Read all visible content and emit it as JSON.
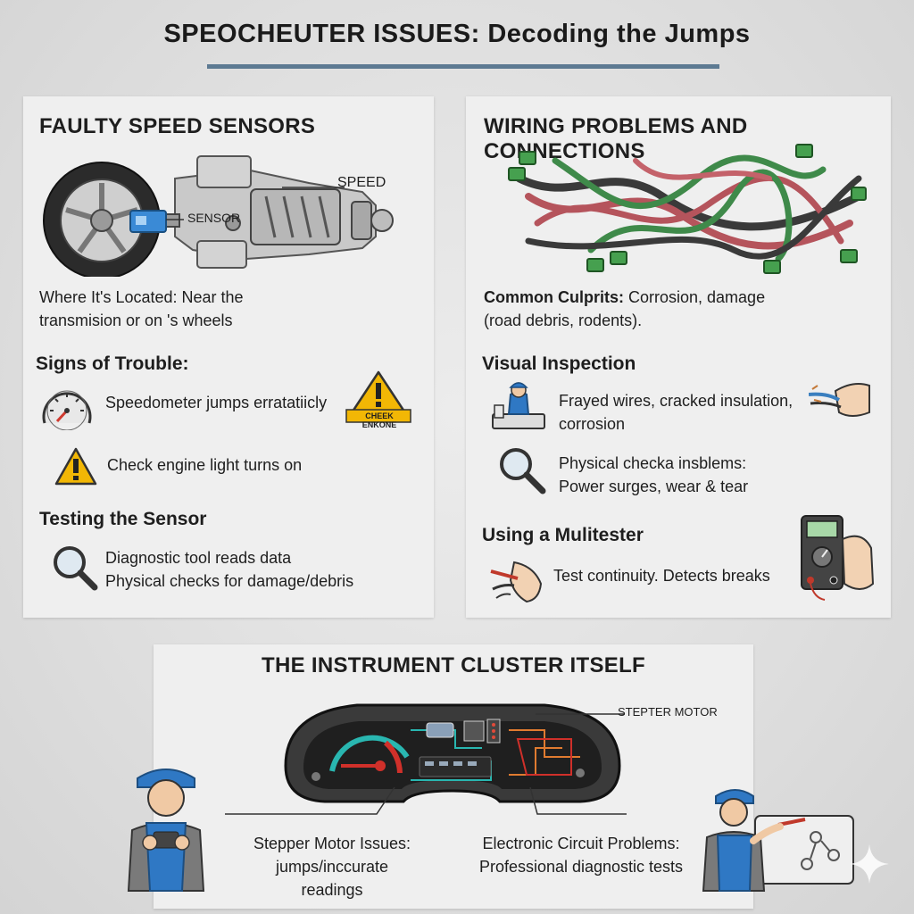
{
  "title": "SPEOCHEUTER ISSUES: Decoding the Jumps",
  "colors": {
    "accent_rule": "#5d7a92",
    "warning": "#f2b705",
    "wire_red": "#b5545c",
    "wire_green": "#3f8a4a",
    "overall_blue": "#2f78c4"
  },
  "panel_sensors": {
    "heading": "FAULTY SPEED SENSORS",
    "callout_speed": "SPEED",
    "callout_sensor": "SENSOR",
    "location_label": "Where It's Located:",
    "location_text_1": " Near the",
    "location_text_2": "transmision or on 's wheels",
    "signs_heading": "Signs of Trouble:",
    "sign_1": "Speedometer jumps erratatiicly",
    "badge": "CHEEK ENKONE",
    "sign_2": "Check engine light turns on",
    "testing_heading": "Testing the Sensor",
    "test_1": "Diagnostic tool reads data",
    "test_2": "Physical checks for damage/debris",
    "icons": [
      "wheel-transmission-illustration",
      "speedometer-icon",
      "warning-icon",
      "magnifier-icon"
    ]
  },
  "panel_wiring": {
    "heading": "WIRING PROBLEMS AND CONNECTIONS",
    "culprits_label": "Common Culprits:",
    "culprits_text_1": " Corrosion, damage",
    "culprits_text_2": "(road debris, rodents).",
    "visual_heading": "Visual Inspection",
    "visual_1": "Frayed wires, cracked insulation,",
    "visual_2": "corrosion",
    "physical_1": "Physical checka insblems:",
    "physical_2": "Power surges, wear & tear",
    "multimeter_heading": "Using a Mulitester",
    "multimeter_text": "Test continuity. Detects breaks",
    "icons": [
      "wire-harness-illustration",
      "mechanic-icon",
      "hand-wires-icon",
      "magnifier-icon",
      "probe-hand-icon",
      "multimeter-icon"
    ]
  },
  "panel_cluster": {
    "heading": "THE INSTRUMENT CLUSTER ITSELF",
    "callout_stepper": "STEPTER MOTOR",
    "stepper_1": "Stepper Motor Issues:",
    "stepper_2": "jumps/inccurate readings",
    "circuit_1": "Electronic Circuit Problems:",
    "circuit_2": "Professional diagnostic tests",
    "icons": [
      "instrument-cluster-illustration",
      "mechanic-icon",
      "technician-icon",
      "sparkle-icon"
    ]
  }
}
